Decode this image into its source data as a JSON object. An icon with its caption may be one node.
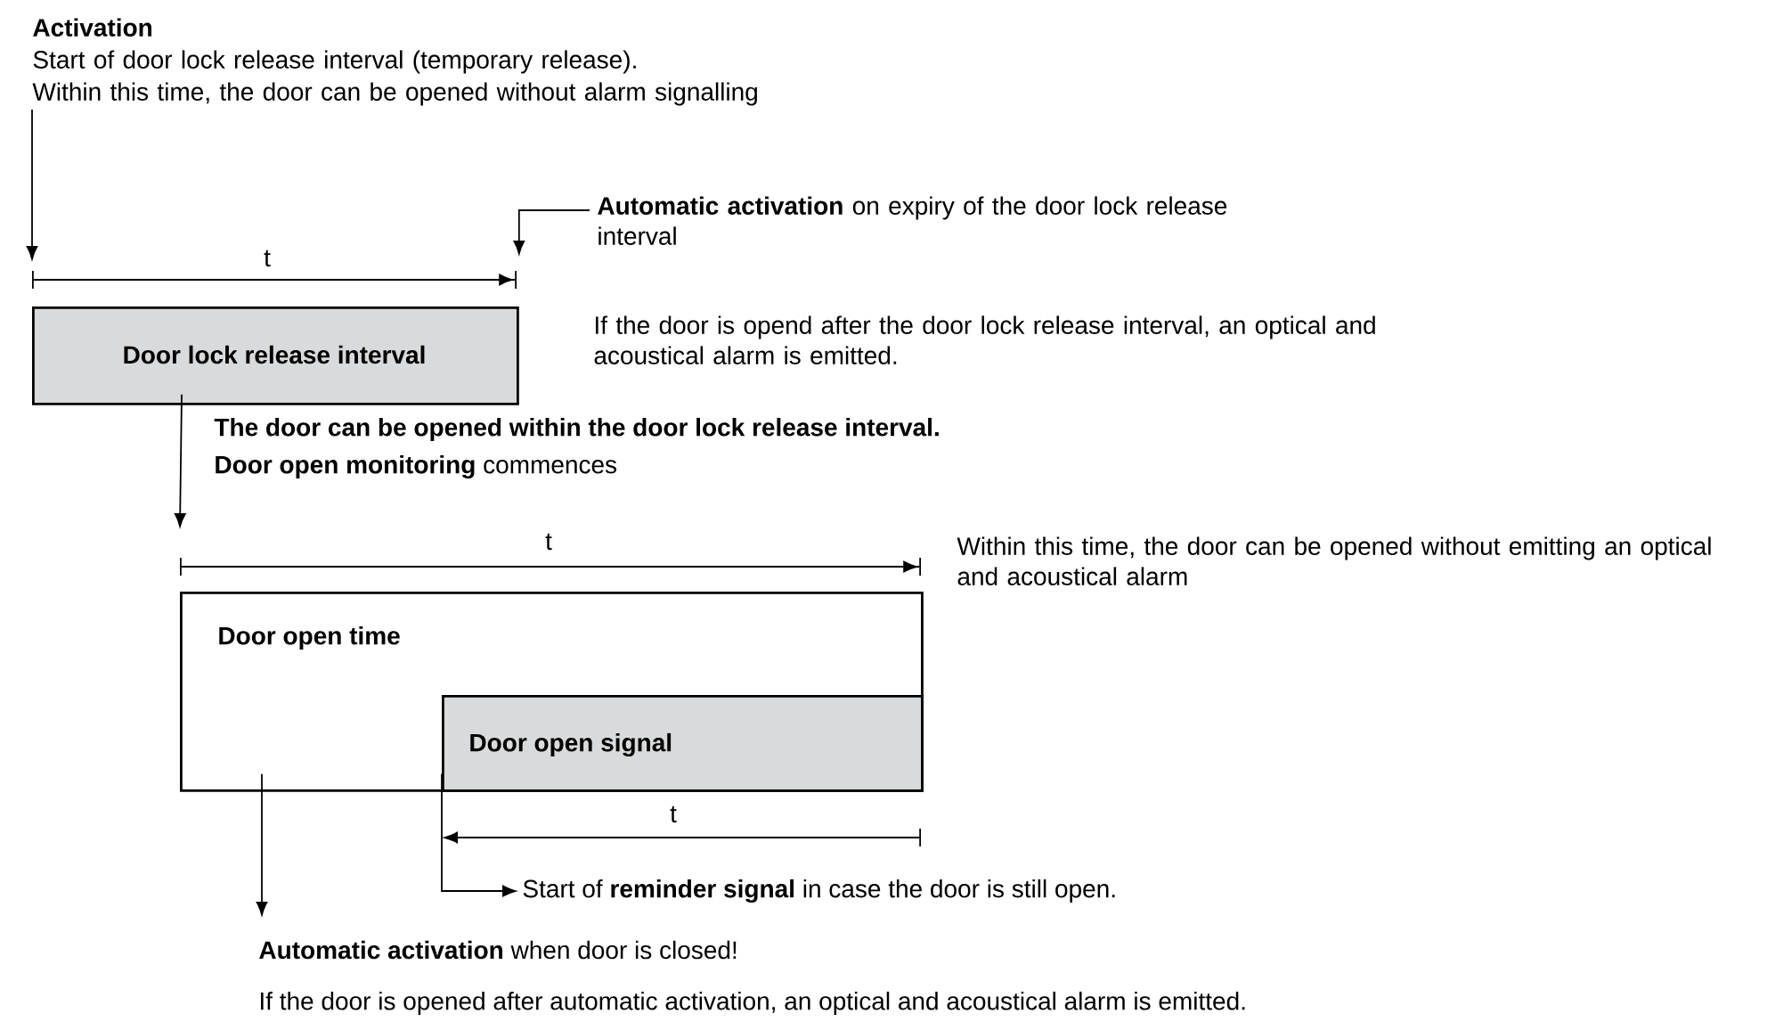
{
  "diagram": {
    "nodes": [
      {
        "text": [
          "Activation",
          "Start of door lock release interval (temporary release).",
          "Within this time, the door can be opened without alarm signalling"
        ]
      },
      {
        "text": [
          "Door lock release interval"
        ]
      },
      {
        "text": [
          "**Automatic activation** on expiry of the door lock release interval"
        ]
      },
      {
        "text": [
          "Door open time"
        ]
      },
      {
        "text": [
          "Door open signal"
        ],
        "in": 3
      },
      {
        "text": [
          "Start of **reminder signal** in case the door is still open."
        ]
      },
      {
        "text": [
          "**Automatic activation** when door is closed!"
        ]
      }
    ],
    "edges": [
      {
        "from": 0,
        "to": 1,
        "arrow": "to"
      },
      {
        "from": 2,
        "to": 1,
        "arrow": "to"
      },
      {
        "from": 1,
        "to": 3,
        "arrow": "to"
      },
      {
        "from": 4,
        "to": 5,
        "arrow": "to"
      },
      {
        "from": 3,
        "to": 6,
        "arrow": "to"
      }
    ],
    "labels": [
      "t",
      "If the door is opend after the door lock release interval, an optical and acoustical alarm is emitted.",
      "The door can be opened within the door lock release interval.",
      "**Door open monitoring** commences",
      "t",
      "Within this time, the door can be opened without emitting an optical and acoustical alarm",
      "t",
      "If the door is opened after automatic activation, an optical and acoustical alarm is emitted."
    ]
  }
}
